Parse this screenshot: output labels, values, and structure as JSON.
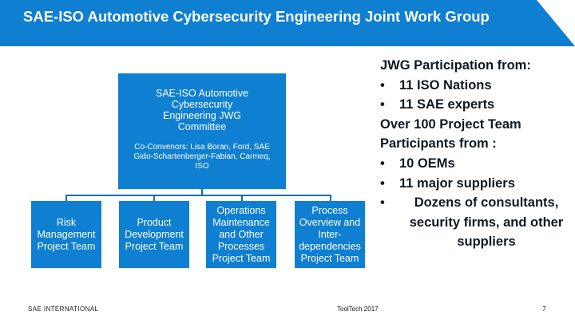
{
  "header": {
    "title": "SAE-ISO Automotive Cybersecurity Engineering Joint Work Group"
  },
  "org_chart": {
    "committee": {
      "name": "SAE-ISO Automotive Cybersecurity Engineering JWG Committee",
      "convenors": "Co-Convenors: Lisa Boran, Ford, SAE Gido-Schartenberger-Fabian, Carmeq, ISO"
    },
    "teams": [
      "Risk Management Project Team",
      "Product Development Project Team",
      "Operations Maintenance and Other Processes Project Team",
      "Process Overview and Inter-dependencies Project Team"
    ]
  },
  "participation": {
    "heading": "JWG Participation from:",
    "bullets_a": [
      "11 ISO Nations",
      "11 SAE experts"
    ],
    "subheading": "Over 100 Project Team Participants from :",
    "bullets_b": [
      "10 OEMs",
      "11 major suppliers",
      "Dozens of consultants, security firms, and other suppliers"
    ],
    "bullet_symbol": "•"
  },
  "footer": {
    "org": "SAE INTERNATIONAL",
    "event": "ToolTech 2017",
    "page": "7"
  }
}
